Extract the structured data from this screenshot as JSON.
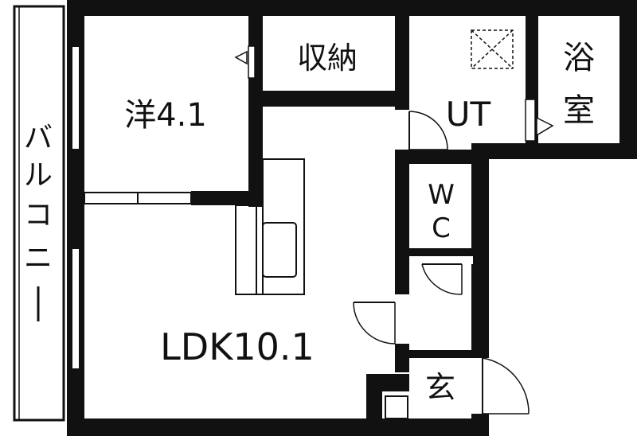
{
  "floorplan": {
    "rooms": {
      "western_room": "洋4.1",
      "storage": "収納",
      "utility": "UT",
      "bathroom": "浴室",
      "toilet_w": "W",
      "toilet_c": "C",
      "ldk": "LDK10.1",
      "entrance": "玄",
      "balcony": [
        "バ",
        "ル",
        "コ",
        "ニ",
        "ー"
      ]
    },
    "colors": {
      "wall": "#111111",
      "background": "#ffffff"
    }
  }
}
